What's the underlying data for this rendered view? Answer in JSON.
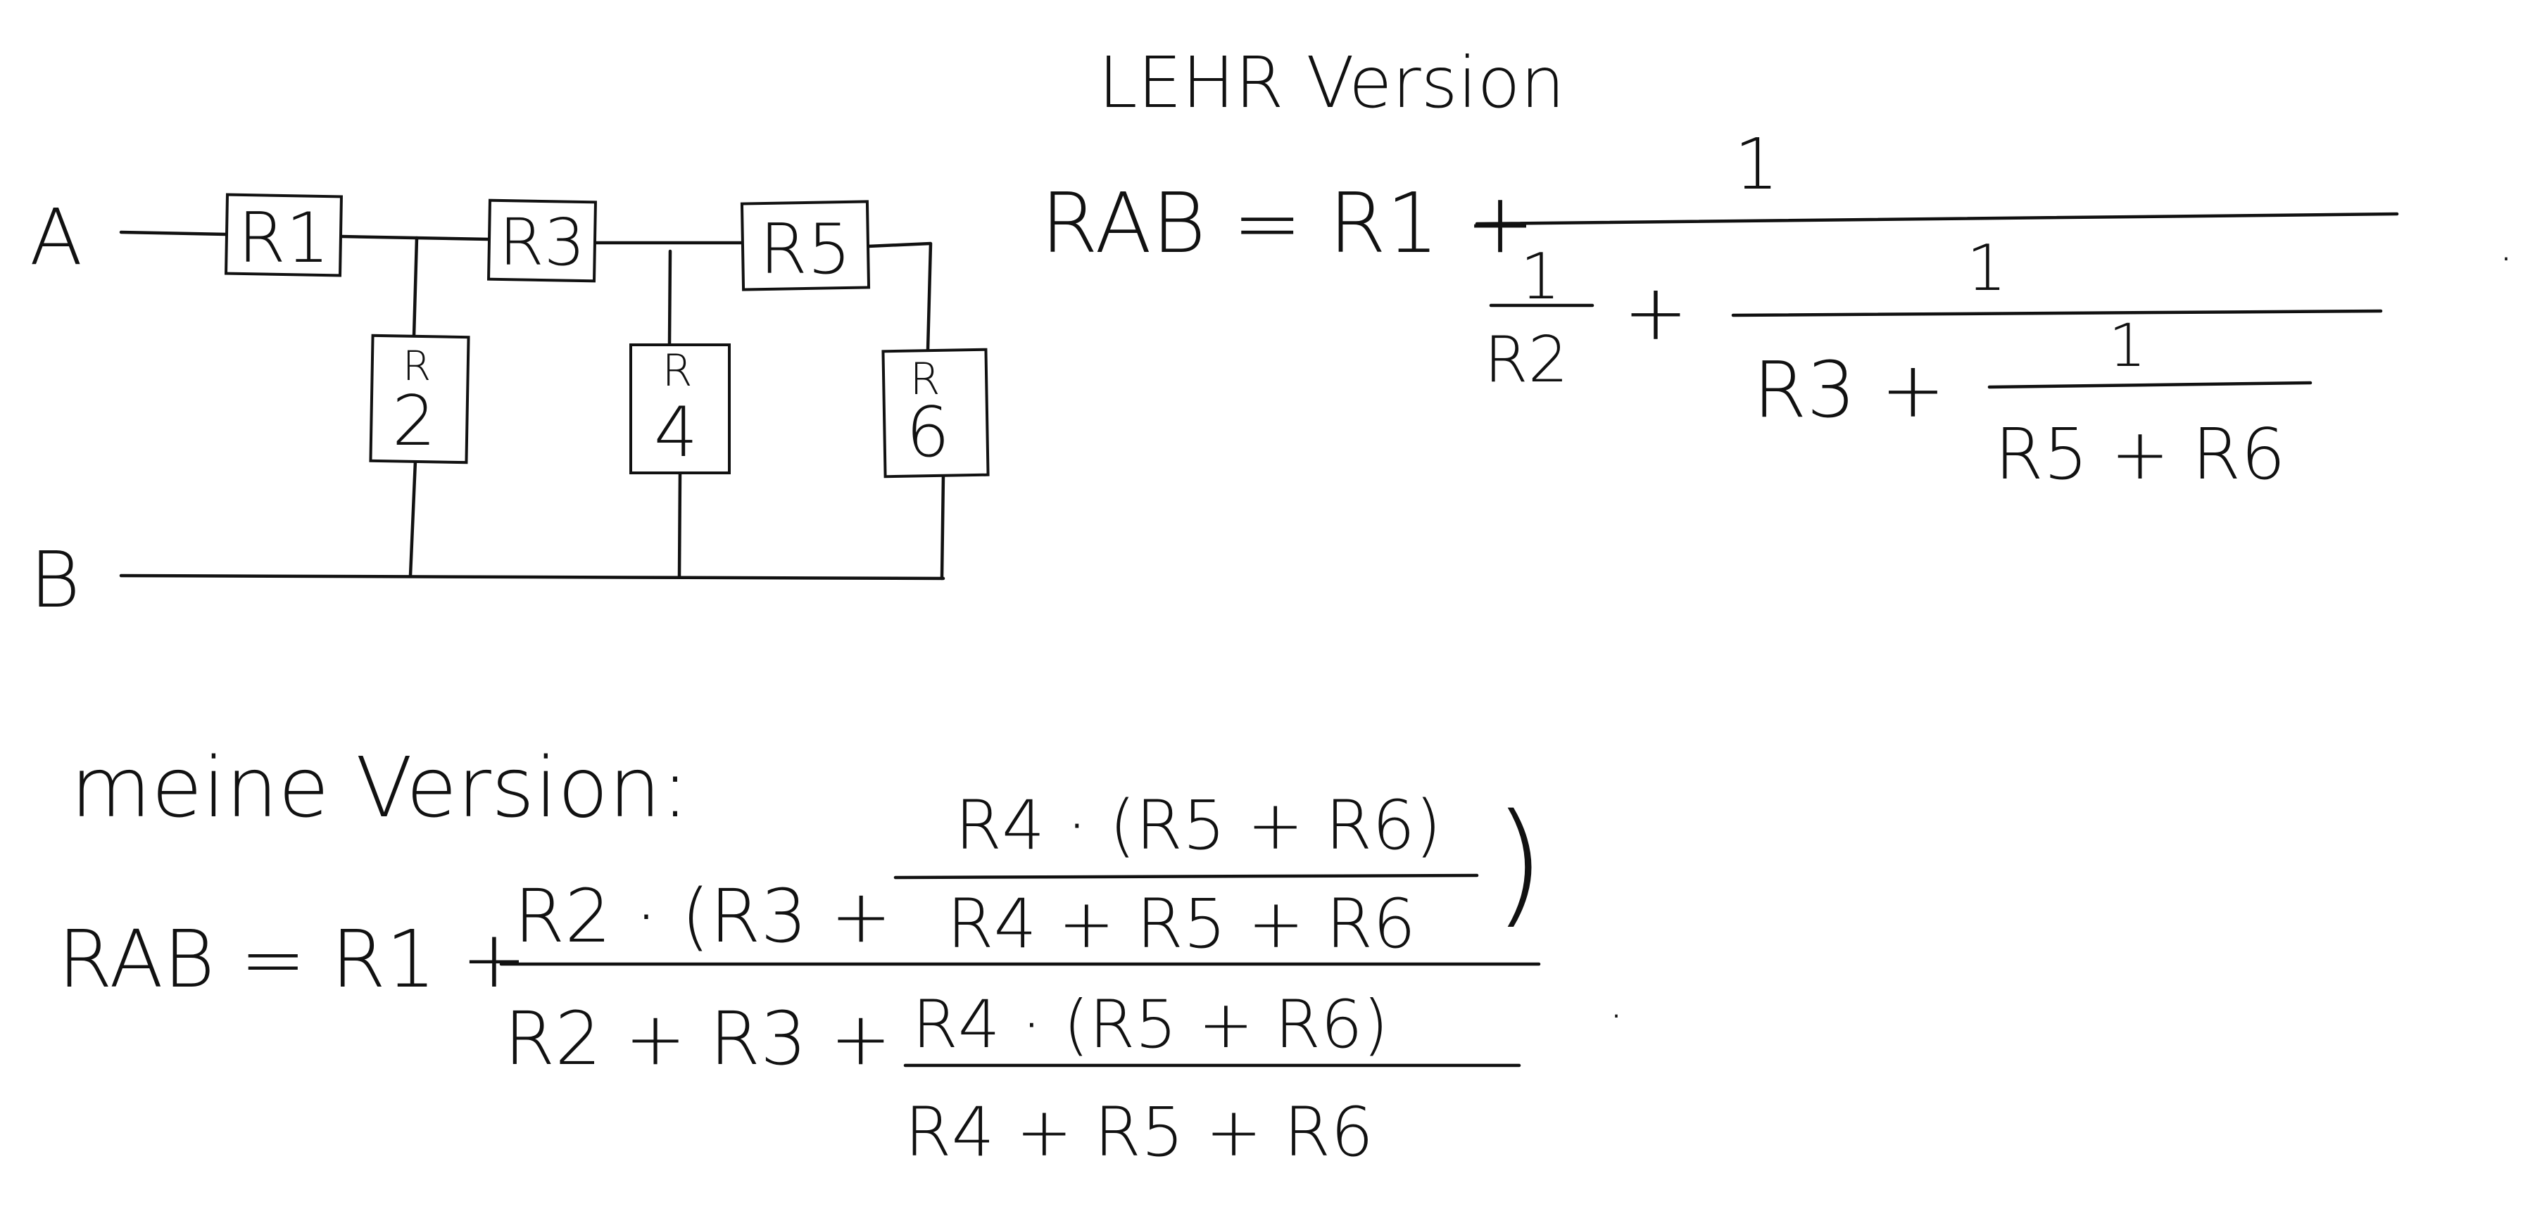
{
  "circuit": {
    "nodes": {
      "a_label": "A",
      "b_label": "B"
    },
    "resistors": {
      "r1": "R1",
      "r3": "R3",
      "r5": "R5",
      "r2_top": "R",
      "r2_bottom": "2",
      "r4_top": "R",
      "r4_bottom": "4",
      "r6_top": "R",
      "r6_bottom": "6"
    }
  },
  "teacher": {
    "heading": "LEHR Version",
    "lhs": "RAB = R1 +",
    "num_outer": "1",
    "frac_r2_num": "1",
    "frac_r2_den": "R2",
    "plus1": "+",
    "num_inner": "1",
    "r3_text": "R3 +",
    "num_innermost": "1",
    "den_innermost": "R5 + R6",
    "period": "."
  },
  "mine": {
    "heading": "meine Version:",
    "lhs": "RAB = R1 +",
    "num_prefix": "R2 · (R3 +",
    "num_frac_num": "R4 · (R5 + R6)",
    "num_frac_den": "R4 + R5 + R6",
    "num_close": ")",
    "den_prefix": "R2 + R3 +",
    "den_frac_num": "R4 · (R5 + R6)",
    "den_frac_den": "R4 + R5 + R6",
    "period": "."
  }
}
